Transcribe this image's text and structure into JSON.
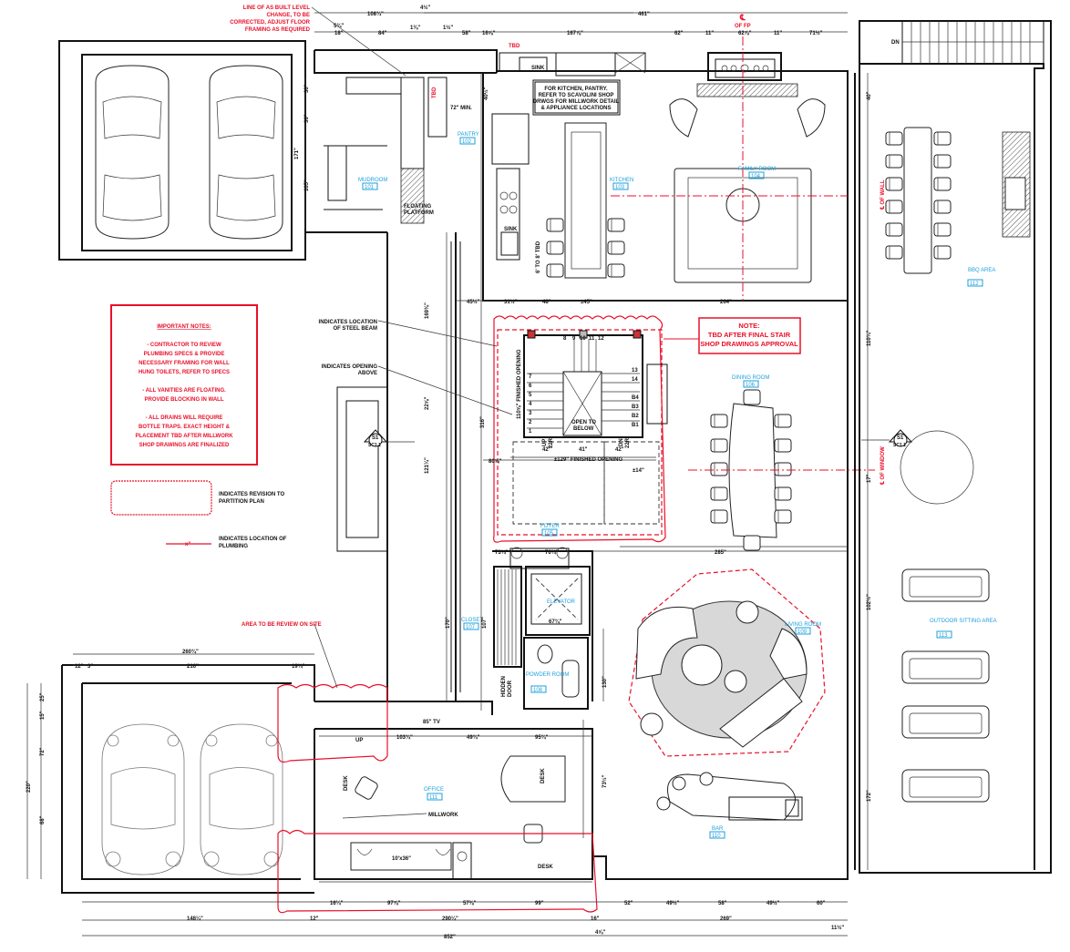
{
  "colors": {
    "wall": "#111111",
    "redline": "#e8102a",
    "room_label": "#1e9fdc"
  },
  "rooms": [
    {
      "name": "MUDROOM",
      "number": "101"
    },
    {
      "name": "PANTRY",
      "number": "102"
    },
    {
      "name": "KITCHEN",
      "number": "103"
    },
    {
      "name": "FAMILY ROOM",
      "number": "104"
    },
    {
      "name": "FOYER",
      "number": "105"
    },
    {
      "name": "DINING ROOM",
      "number": "106"
    },
    {
      "name": "CLOSET",
      "number": "107"
    },
    {
      "name": "POWDER ROOM",
      "number": "108"
    },
    {
      "name": "LIVING ROOM",
      "number": "109"
    },
    {
      "name": "BAR",
      "number": "110"
    },
    {
      "name": "OFFICE",
      "number": "111"
    },
    {
      "name": "BBQ AREA",
      "number": "112"
    },
    {
      "name": "OUTDOOR SITTING AREA",
      "number": "113"
    }
  ],
  "important_notes": {
    "title": "IMPORTANT NOTES:",
    "lines": [
      "- CONTRACTOR TO REVIEW",
      "PLUMBING SPECS & PROVIDE",
      "NECESSARY FRAMING FOR WALL",
      "HUNG TOILETS, REFER TO SPECS",
      "- ALL VANITIES ARE FLOATING.",
      "PROVIDE BLOCKING IN WALL",
      "- ALL DRAINS WILL REQUIRE",
      "BOTTLE TRAPS. EXACT HEIGHT &",
      "PLACEMENT TBD AFTER MILLWORK",
      "SHOP DRAWINGS ARE FINALIZED"
    ]
  },
  "legend": {
    "revision": [
      "INDICATES REVISION TO",
      "PARTITION PLAN"
    ],
    "plumbing": [
      "INDICATES LOCATION OF",
      "PLUMBING"
    ],
    "plumbing_symbol": "x\""
  },
  "callouts": {
    "level_change": [
      "LINE OF AS BUILT LEVEL",
      "CHANGE, TO BE",
      "CORRECTED, ADJUST FLOOR",
      "FRAMING AS REQUIRED"
    ],
    "kitchen_note": [
      "FOR KITCHEN, PANTRY.",
      "REFER TO SCAVOLINI SHOP",
      "DRWGS FOR MILLWORK DETAIL",
      "& APPLIANCE LOCATIONS"
    ],
    "steel_beam": [
      "INDICATES LOCATION",
      "OF STEEL BEAM"
    ],
    "opening_above": [
      "INDICATES OPENING",
      "ABOVE"
    ],
    "stair_note": [
      "NOTE:",
      "TBD AFTER FINAL STAIR",
      "SHOP DRAWINGS APPROVAL"
    ],
    "review_site": "AREA TO BE REVIEW ON SITE",
    "cl_fp": [
      "℄",
      "OF FP"
    ],
    "cl_window": "℄ OF WINDOW",
    "cl_wall": "℄ OF WALL"
  },
  "labels": {
    "sink": "SINK",
    "sink2": "SINK",
    "tbd": "TBD",
    "tbd2": "TBD",
    "dn": "DN",
    "floating_platform": [
      "FLOATING",
      "PLATFORM"
    ],
    "min72": "72\" MIN.",
    "tbd_height": "6' TO 8' TBD",
    "hidden_door": [
      "HIDDEN",
      "DOOR"
    ],
    "elevator": "ELEVATOR",
    "desk": "DESK",
    "desk2": "DESK",
    "desk3": "DESK",
    "millwork": "MILLWORK",
    "sofa_size": "10'x36\"",
    "up": "UP",
    "tv": "85\" TV",
    "section_mark": "S1",
    "section_sheet": "SC1.1"
  },
  "stair": {
    "steps_up": [
      "1",
      "2",
      "3",
      "4",
      "5",
      "6",
      "7"
    ],
    "steps_top": [
      "8",
      "9",
      "10",
      "11",
      "12"
    ],
    "steps_down": [
      "13",
      "14",
      "B4",
      "B3",
      "B2",
      "B1"
    ],
    "up": "UP",
    "up_r": "22R",
    "dn": "DN",
    "dn_r": "22R",
    "open": [
      "OPEN TO",
      "BELOW"
    ],
    "w1": "42\"",
    "w2": "41\"",
    "w3": "42\"",
    "finished_h": "±129\" FINISHED OPENING",
    "finished_v": "110⅝\" FINISHED OPENING",
    "plus14": "±14\"",
    "d80": "80⅝\""
  },
  "dimensions": {
    "top": [
      "108¾\"",
      "4½\"",
      "461\"",
      "5¾\"",
      "18\"",
      "84\"",
      "1⅜\"",
      "1½\"",
      "58\"",
      "16⅝\"",
      "167⅞\"",
      "62\"",
      "11\"",
      "62⅞\"",
      "11\"",
      "71½\""
    ],
    "bottom": [
      "16¼\"",
      "97⅞\"",
      "57⅜\"",
      "99\"",
      "52\"",
      "49½\"",
      "58\"",
      "49½\"",
      "60\"",
      "148¼\"",
      "12\"",
      "290¼\"",
      "16\"",
      "269\"",
      "11½\"",
      "852\"",
      "4⅝\""
    ],
    "left": [
      "30\"",
      "36\"",
      "171\"",
      "105\"",
      "220\"",
      "72\"",
      "68\"",
      "25\"",
      "15\"",
      "260¾\"",
      "216\"",
      "19¾\"",
      "12\"",
      "3\""
    ],
    "interior": [
      "316\"",
      "170\"",
      "169⅜\"",
      "121¼\"",
      "22⅝\"",
      "285\"",
      "264\"",
      "48\"",
      "±45\"",
      "31½\"",
      "45½\"",
      "130\"",
      "73½\"",
      "95¾\"",
      "49¾\"",
      "103¾\"",
      "110¾\"",
      "17\"",
      "40\"",
      "73¾\"",
      "76¾\"",
      "67¾\"",
      "107\"",
      "40½\"",
      "102½\"",
      "172\""
    ]
  }
}
